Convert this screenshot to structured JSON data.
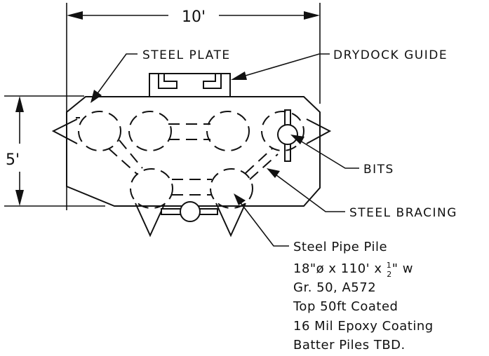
{
  "dimensions": {
    "width": "10'",
    "height": "5'"
  },
  "labels": {
    "steel_plate": "STEEL PLATE",
    "drydock_guide": "DRYDOCK GUIDE",
    "bits": "BITS",
    "steel_bracing": "STEEL BRACING"
  },
  "pile_note": {
    "line1": "Steel Pipe Pile",
    "line2_prefix": "18\"ø x 110' x ",
    "line2_frac_num": "1",
    "line2_frac_den": "2",
    "line2_suffix": "\" w",
    "line3": "Gr. 50, A572",
    "line4": "Top 50ft Coated",
    "line5": "16 Mil Epoxy Coating",
    "line6": "Batter Piles TBD."
  }
}
